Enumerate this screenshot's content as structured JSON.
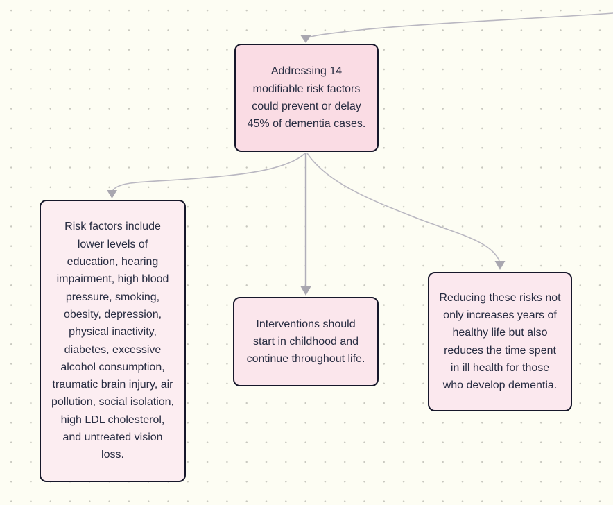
{
  "canvas": {
    "background_color": "#fdfdf3",
    "dot_grid_color": "#c7c7be",
    "text_color": "#272c41",
    "node_border_color": "#16172a"
  },
  "nodes": {
    "root": {
      "text": "Addressing 14 modifiable risk factors could prevent or delay 45% of dementia cases.",
      "fill": "#fadce4",
      "border": "#16172a"
    },
    "risk_factors": {
      "text": "Risk factors include lower levels of education, hearing impairment, high blood pressure, smoking, obesity, depression, physical inactivity, diabetes, excessive alcohol consumption, traumatic brain injury, air pollution, social isolation, high LDL cholesterol, and untreated vision loss.",
      "fill": "#fcedf1",
      "border": "#16172a"
    },
    "interventions": {
      "text": "Interventions should start in childhood and continue throughout life.",
      "fill": "#fbe6ec",
      "border": "#16172a"
    },
    "benefits": {
      "text": "Reducing these risks not only increases years of healthy life but also reduces the time spent in ill health for those who develop dementia.",
      "fill": "#fbe8ee",
      "border": "#16172a"
    }
  },
  "edges": {
    "stroke_color": "#b9b7c1",
    "emphasis_stroke_color": "#b0aeb9",
    "arrow_color": "#a9a7b0",
    "items": [
      {
        "from": "offscreen-parent",
        "to": "root"
      },
      {
        "from": "root",
        "to": "risk_factors"
      },
      {
        "from": "root",
        "to": "interventions"
      },
      {
        "from": "root",
        "to": "benefits"
      }
    ]
  }
}
